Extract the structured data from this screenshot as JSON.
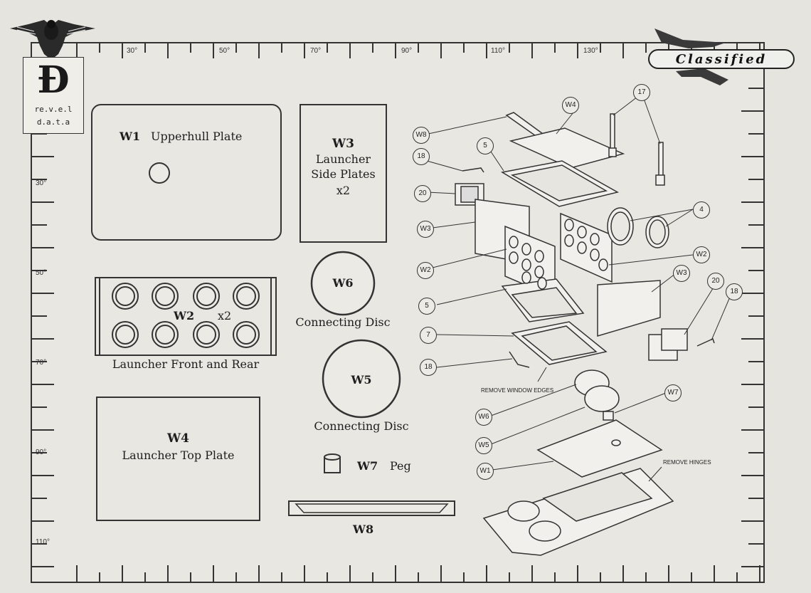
{
  "header": {
    "brand_lines": [
      "re.v.e.l",
      "d.a.t.a"
    ],
    "classified": "Classified"
  },
  "ruler": {
    "top_labels": [
      "30°",
      "50°",
      "70°",
      "90°",
      "110°",
      "130°"
    ],
    "left_labels": [
      "30°",
      "50°",
      "70°",
      "90°",
      "110°"
    ]
  },
  "parts": {
    "w1": {
      "code": "W1",
      "name": "Upperhull Plate"
    },
    "w2": {
      "code": "W2",
      "qty": "x2",
      "name": "Launcher Front and Rear"
    },
    "w3": {
      "code": "W3",
      "name_line1": "Launcher",
      "name_line2": "Side Plates",
      "qty": "x2"
    },
    "w4": {
      "code": "W4",
      "name": "Launcher Top Plate"
    },
    "w5": {
      "code": "W5",
      "name": "Connecting Disc"
    },
    "w6": {
      "code": "W6",
      "name": "Connecting Disc"
    },
    "w7": {
      "code": "W7",
      "name": "Peg"
    },
    "w8": {
      "code": "W8"
    }
  },
  "callouts": {
    "w8_top": "W8",
    "w4": "W4",
    "c17": "17",
    "c18_a": "18",
    "c5_a": "5",
    "c20_a": "20",
    "w3_a": "W3",
    "c4": "4",
    "w2_a": "W2",
    "w2_b": "W2",
    "w3_b": "W3",
    "c20_b": "20",
    "c18_b": "18",
    "c5_b": "5",
    "c7": "7",
    "c18_c": "18",
    "w6": "W6",
    "w7": "W7",
    "w5": "W5",
    "w1": "W1"
  },
  "notes": {
    "remove_window_edges": "REMOVE WINDOW EDGES",
    "remove_hinges": "REMOVE HINGES"
  }
}
